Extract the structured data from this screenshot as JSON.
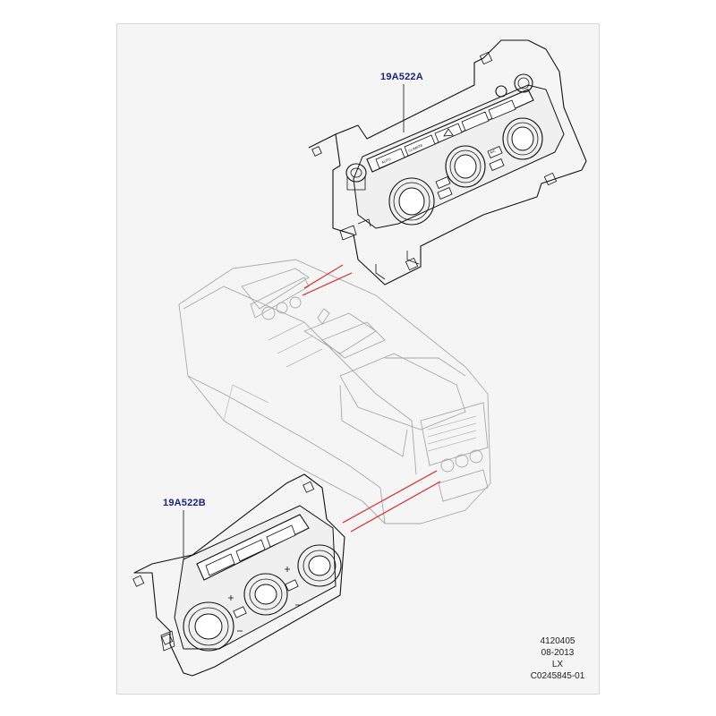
{
  "callouts": {
    "front_unit": "19A522A",
    "rear_unit": "19A522B"
  },
  "front_panel": {
    "buttons": [
      "AUTO",
      "CLIMATE",
      "A/C"
    ]
  },
  "info_block": {
    "line1": "4120405",
    "line2": "08-2013",
    "line3": "LX",
    "line4": "C0245845-01"
  },
  "colors": {
    "callout_text": "#1a237e",
    "leader_red": "#e02020",
    "sheet_bg": "#f5f5f5"
  }
}
